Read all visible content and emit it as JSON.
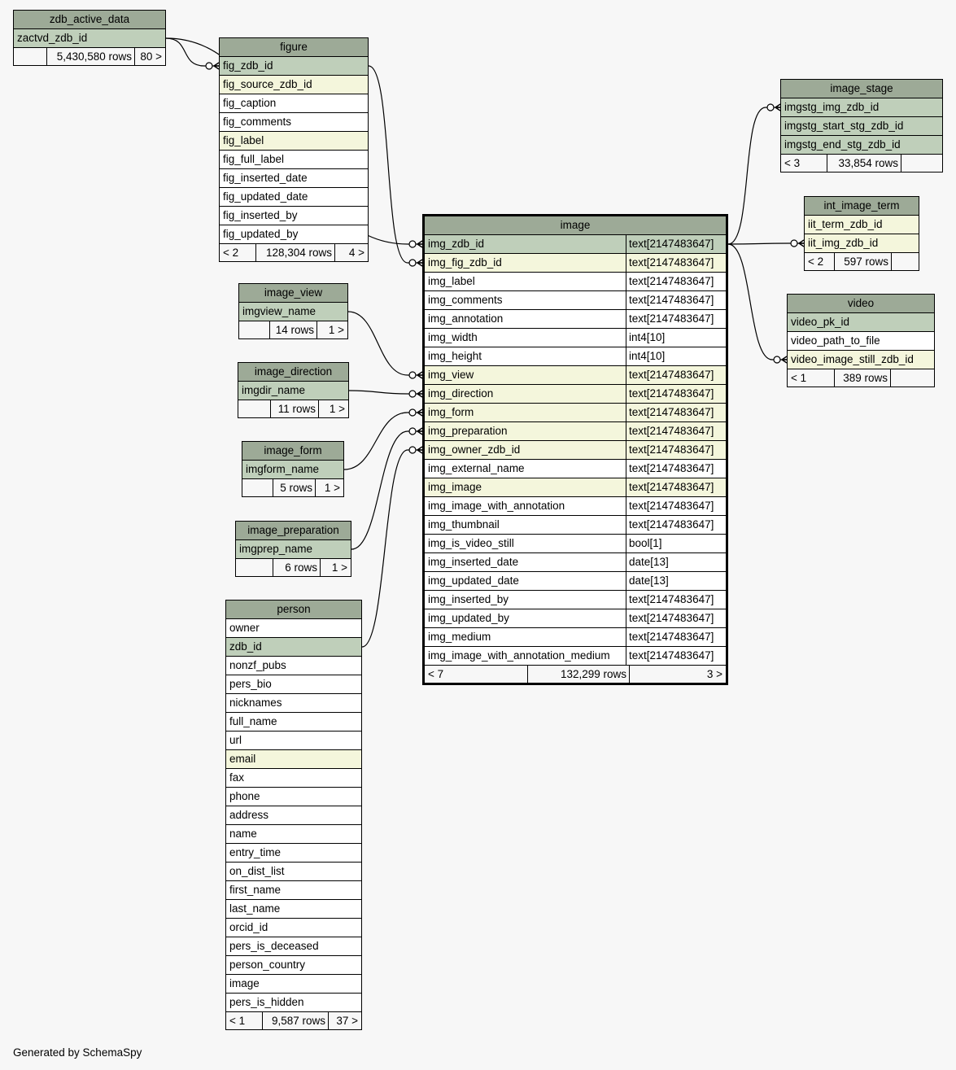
{
  "generated_by": "Generated by SchemaSpy",
  "tables": [
    {
      "id": "zdb_active_data",
      "name": "zdb_active_data",
      "columns": [
        {
          "name": "zactvd_zdb_id",
          "kind": "pk"
        }
      ],
      "parents": "",
      "rows": "5,430,580 rows",
      "children": "80 >"
    },
    {
      "id": "figure",
      "name": "figure",
      "columns": [
        {
          "name": "fig_zdb_id",
          "kind": "pk"
        },
        {
          "name": "fig_source_zdb_id",
          "kind": "fk"
        },
        {
          "name": "fig_caption",
          "kind": ""
        },
        {
          "name": "fig_comments",
          "kind": ""
        },
        {
          "name": "fig_label",
          "kind": "fk"
        },
        {
          "name": "fig_full_label",
          "kind": ""
        },
        {
          "name": "fig_inserted_date",
          "kind": ""
        },
        {
          "name": "fig_updated_date",
          "kind": ""
        },
        {
          "name": "fig_inserted_by",
          "kind": ""
        },
        {
          "name": "fig_updated_by",
          "kind": ""
        }
      ],
      "parents": "< 2",
      "rows": "128,304 rows",
      "children": "4 >"
    },
    {
      "id": "image_view",
      "name": "image_view",
      "columns": [
        {
          "name": "imgview_name",
          "kind": "pk"
        }
      ],
      "parents": "",
      "rows": "14 rows",
      "children": "1 >"
    },
    {
      "id": "image_direction",
      "name": "image_direction",
      "columns": [
        {
          "name": "imgdir_name",
          "kind": "pk"
        }
      ],
      "parents": "",
      "rows": "11 rows",
      "children": "1 >"
    },
    {
      "id": "image_form",
      "name": "image_form",
      "columns": [
        {
          "name": "imgform_name",
          "kind": "pk"
        }
      ],
      "parents": "",
      "rows": "5 rows",
      "children": "1 >"
    },
    {
      "id": "image_preparation",
      "name": "image_preparation",
      "columns": [
        {
          "name": "imgprep_name",
          "kind": "pk"
        }
      ],
      "parents": "",
      "rows": "6 rows",
      "children": "1 >"
    },
    {
      "id": "person",
      "name": "person",
      "columns": [
        {
          "name": "owner",
          "kind": ""
        },
        {
          "name": "zdb_id",
          "kind": "pk"
        },
        {
          "name": "nonzf_pubs",
          "kind": ""
        },
        {
          "name": "pers_bio",
          "kind": ""
        },
        {
          "name": "nicknames",
          "kind": ""
        },
        {
          "name": "full_name",
          "kind": ""
        },
        {
          "name": "url",
          "kind": ""
        },
        {
          "name": "email",
          "kind": "fk"
        },
        {
          "name": "fax",
          "kind": ""
        },
        {
          "name": "phone",
          "kind": ""
        },
        {
          "name": "address",
          "kind": ""
        },
        {
          "name": "name",
          "kind": ""
        },
        {
          "name": "entry_time",
          "kind": ""
        },
        {
          "name": "on_dist_list",
          "kind": ""
        },
        {
          "name": "first_name",
          "kind": ""
        },
        {
          "name": "last_name",
          "kind": ""
        },
        {
          "name": "orcid_id",
          "kind": ""
        },
        {
          "name": "pers_is_deceased",
          "kind": ""
        },
        {
          "name": "person_country",
          "kind": ""
        },
        {
          "name": "image",
          "kind": ""
        },
        {
          "name": "pers_is_hidden",
          "kind": ""
        }
      ],
      "parents": "< 1",
      "rows": "9,587 rows",
      "children": "37 >"
    },
    {
      "id": "image",
      "name": "image",
      "focus": true,
      "columns": [
        {
          "name": "img_zdb_id",
          "type": "text[2147483647]",
          "kind": "pk"
        },
        {
          "name": "img_fig_zdb_id",
          "type": "text[2147483647]",
          "kind": "fk"
        },
        {
          "name": "img_label",
          "type": "text[2147483647]",
          "kind": ""
        },
        {
          "name": "img_comments",
          "type": "text[2147483647]",
          "kind": ""
        },
        {
          "name": "img_annotation",
          "type": "text[2147483647]",
          "kind": ""
        },
        {
          "name": "img_width",
          "type": "int4[10]",
          "kind": ""
        },
        {
          "name": "img_height",
          "type": "int4[10]",
          "kind": ""
        },
        {
          "name": "img_view",
          "type": "text[2147483647]",
          "kind": "fk"
        },
        {
          "name": "img_direction",
          "type": "text[2147483647]",
          "kind": "fk"
        },
        {
          "name": "img_form",
          "type": "text[2147483647]",
          "kind": "fk"
        },
        {
          "name": "img_preparation",
          "type": "text[2147483647]",
          "kind": "fk"
        },
        {
          "name": "img_owner_zdb_id",
          "type": "text[2147483647]",
          "kind": "fk"
        },
        {
          "name": "img_external_name",
          "type": "text[2147483647]",
          "kind": ""
        },
        {
          "name": "img_image",
          "type": "text[2147483647]",
          "kind": "fk"
        },
        {
          "name": "img_image_with_annotation",
          "type": "text[2147483647]",
          "kind": ""
        },
        {
          "name": "img_thumbnail",
          "type": "text[2147483647]",
          "kind": ""
        },
        {
          "name": "img_is_video_still",
          "type": "bool[1]",
          "kind": ""
        },
        {
          "name": "img_inserted_date",
          "type": "date[13]",
          "kind": ""
        },
        {
          "name": "img_updated_date",
          "type": "date[13]",
          "kind": ""
        },
        {
          "name": "img_inserted_by",
          "type": "text[2147483647]",
          "kind": ""
        },
        {
          "name": "img_updated_by",
          "type": "text[2147483647]",
          "kind": ""
        },
        {
          "name": "img_medium",
          "type": "text[2147483647]",
          "kind": ""
        },
        {
          "name": "img_image_with_annotation_medium",
          "type": "text[2147483647]",
          "kind": ""
        }
      ],
      "parents": "< 7",
      "rows": "132,299 rows",
      "children": "3 >"
    },
    {
      "id": "image_stage",
      "name": "image_stage",
      "columns": [
        {
          "name": "imgstg_img_zdb_id",
          "kind": "pk"
        },
        {
          "name": "imgstg_start_stg_zdb_id",
          "kind": "pk"
        },
        {
          "name": "imgstg_end_stg_zdb_id",
          "kind": "pk"
        }
      ],
      "parents": "< 3",
      "rows": "33,854 rows",
      "children": ""
    },
    {
      "id": "int_image_term",
      "name": "int_image_term",
      "columns": [
        {
          "name": "iit_term_zdb_id",
          "kind": "fk"
        },
        {
          "name": "iit_img_zdb_id",
          "kind": "fk"
        }
      ],
      "parents": "< 2",
      "rows": "597 rows",
      "children": ""
    },
    {
      "id": "video",
      "name": "video",
      "columns": [
        {
          "name": "video_pk_id",
          "kind": "pk"
        },
        {
          "name": "video_path_to_file",
          "kind": ""
        },
        {
          "name": "video_image_still_zdb_id",
          "kind": "fk"
        }
      ],
      "parents": "< 1",
      "rows": "389 rows",
      "children": ""
    }
  ],
  "relationships": [
    {
      "from": "zdb_active_data",
      "from_col": "zactvd_zdb_id",
      "to": "figure",
      "to_col": "fig_zdb_id"
    },
    {
      "from": "zdb_active_data",
      "from_col": "zactvd_zdb_id",
      "to": "image",
      "to_col": "img_zdb_id"
    },
    {
      "from": "figure",
      "from_col": "fig_zdb_id",
      "to": "image",
      "to_col": "img_fig_zdb_id"
    },
    {
      "from": "image_view",
      "from_col": "imgview_name",
      "to": "image",
      "to_col": "img_view"
    },
    {
      "from": "image_direction",
      "from_col": "imgdir_name",
      "to": "image",
      "to_col": "img_direction"
    },
    {
      "from": "image_form",
      "from_col": "imgform_name",
      "to": "image",
      "to_col": "img_form"
    },
    {
      "from": "image_preparation",
      "from_col": "imgprep_name",
      "to": "image",
      "to_col": "img_preparation"
    },
    {
      "from": "person",
      "from_col": "zdb_id",
      "to": "image",
      "to_col": "img_owner_zdb_id"
    },
    {
      "from": "image",
      "from_col": "img_zdb_id",
      "to": "image_stage",
      "to_col": "imgstg_img_zdb_id"
    },
    {
      "from": "image",
      "from_col": "img_zdb_id",
      "to": "int_image_term",
      "to_col": "iit_img_zdb_id"
    },
    {
      "from": "image",
      "from_col": "img_zdb_id",
      "to": "video",
      "to_col": "video_image_still_zdb_id"
    }
  ]
}
